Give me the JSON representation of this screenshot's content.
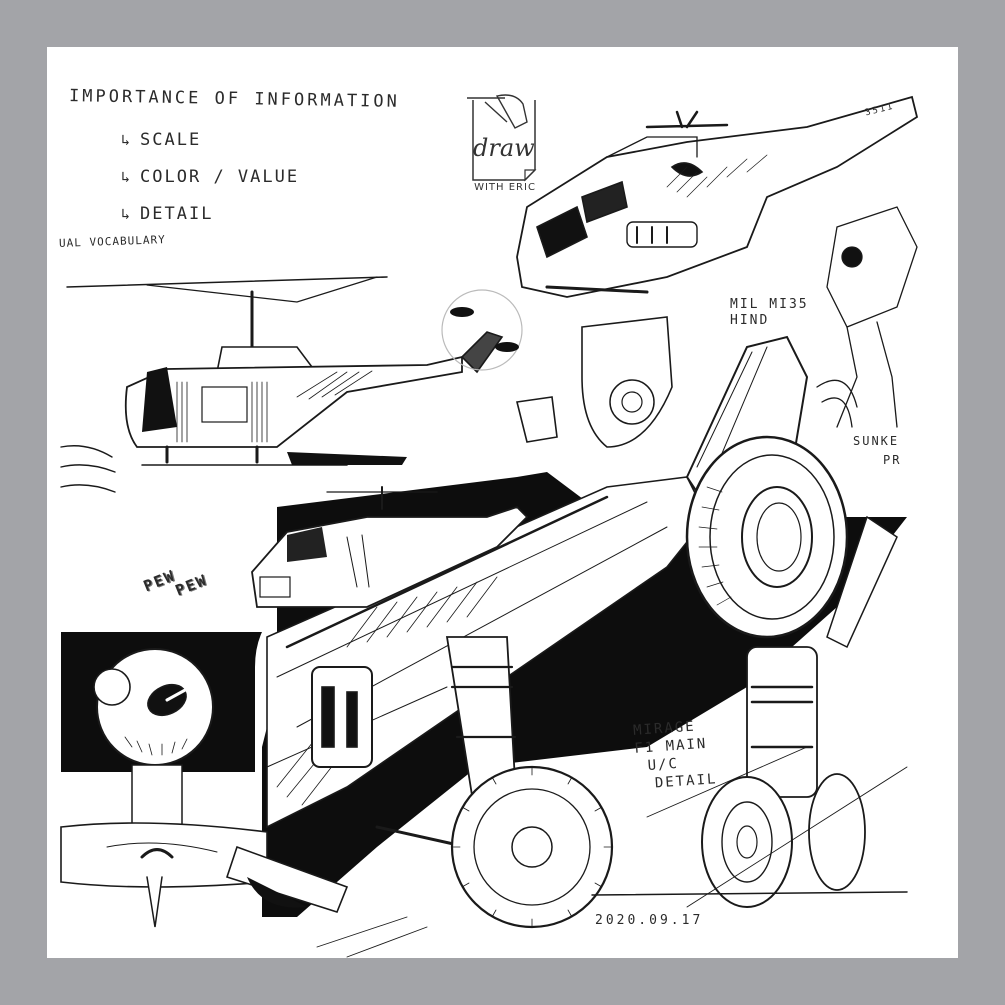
{
  "page": {
    "background": "#a3a4a8",
    "paper": "#ffffff",
    "ink": "#1a1a1a"
  },
  "notes": {
    "title": "Importance of information",
    "items": [
      {
        "arrow": "↳",
        "label": "Scale"
      },
      {
        "arrow": "↳",
        "label": "Color / Value"
      },
      {
        "arrow": "↳",
        "label": "Detail"
      }
    ],
    "vocab": "ual vocabulary"
  },
  "logo": {
    "word": "draw",
    "tagline": "WITH ERIC"
  },
  "labels": {
    "mi35_line1": "MIL Mi35",
    "mi35_line2": "HIND",
    "sunken_line1": "SUNKE",
    "sunken_line2": "PR",
    "mirage_line1": "MIRAGE",
    "mirage_line2": "F1 MAIN",
    "mirage_line3": "U/C",
    "mirage_line4": "DETAIL",
    "pew_line1": "PEW",
    "pew_line2": "PEW",
    "date": "2020.09.17",
    "tail_code": "3511"
  }
}
